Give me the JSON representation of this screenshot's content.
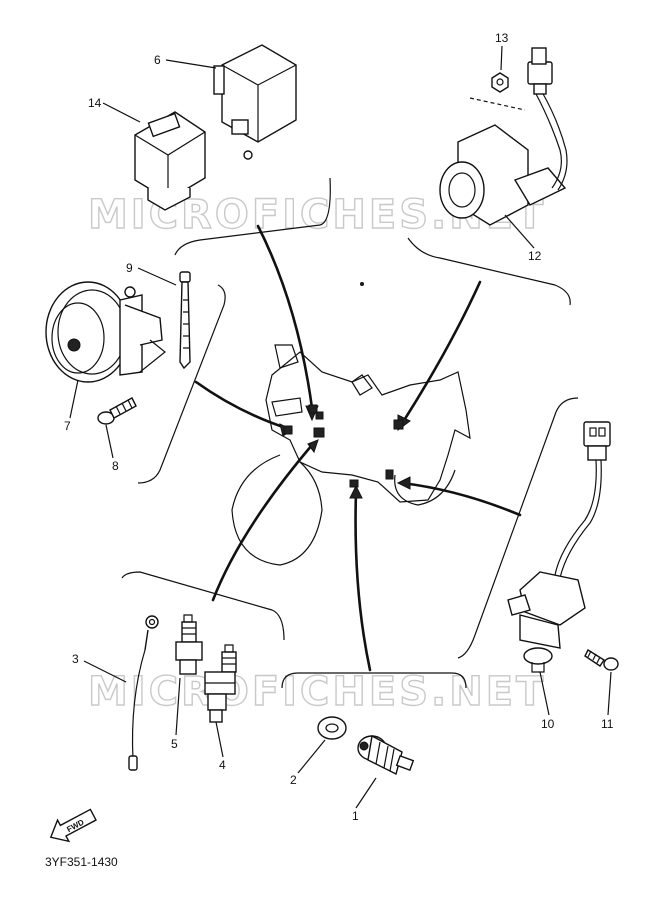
{
  "watermark": "MICROFICHES.NET",
  "diagram_code": "3YF351-1430",
  "forward_label": "FWD",
  "callouts": [
    {
      "id": "1",
      "label": "1"
    },
    {
      "id": "2",
      "label": "2"
    },
    {
      "id": "3",
      "label": "3"
    },
    {
      "id": "4",
      "label": "4"
    },
    {
      "id": "5",
      "label": "5"
    },
    {
      "id": "6",
      "label": "6"
    },
    {
      "id": "7",
      "label": "7"
    },
    {
      "id": "8",
      "label": "8"
    },
    {
      "id": "9",
      "label": "9"
    },
    {
      "id": "10",
      "label": "10"
    },
    {
      "id": "11",
      "label": "11"
    },
    {
      "id": "12",
      "label": "12"
    },
    {
      "id": "13",
      "label": "13"
    },
    {
      "id": "14",
      "label": "14"
    }
  ]
}
